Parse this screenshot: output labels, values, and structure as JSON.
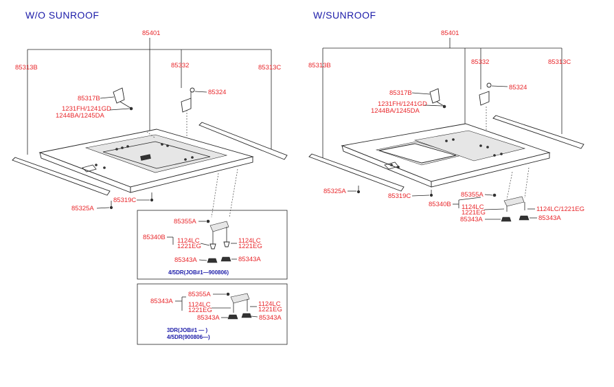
{
  "sections": {
    "left_title": "W/O  SUNROOF",
    "right_title": "W/SUNROOF"
  },
  "left": {
    "p85401": "85401",
    "p85313B": "85313B",
    "p85332": "85332",
    "p85313C": "85313C",
    "p85317B": "85317B",
    "p85324": "85324",
    "bolt_line1": "1231FH/1241GD",
    "bolt_line2": "1244BA/1245DA",
    "p85319C": "85319C",
    "p85325A": "85325A"
  },
  "box1": {
    "p85355A": "85355A",
    "p85340B": "85340B",
    "s1124LC_a": "1124LC",
    "s1221EG_a": "1221EG",
    "s1124LC_b": "1124LC",
    "s1221EG_b": "1221EG",
    "p85343A_a": "85343A",
    "p85343A_b": "85343A",
    "note": "4/5DR(JOB#1—900806)"
  },
  "box2": {
    "p85355A": "85355A",
    "p85343A_main": "85343A",
    "s1124LC_a": "1124LC",
    "s1221EG_a": "1221EG",
    "s1124LC_b": "1124LC",
    "s1221EG_b": "1221EG",
    "p85343A_a": "85343A",
    "p85343A_b": "85343A",
    "note1": "3DR(JOB#1  —   )",
    "note2": "4/5DR(900806—)"
  },
  "right": {
    "p85401": "85401",
    "p85313B": "85313B",
    "p85332": "85332",
    "p85313C": "85313C",
    "p85317B": "85317B",
    "p85324": "85324",
    "bolt_line1": "1231FH/1241GD",
    "bolt_line2": "1244BA/1245DA",
    "p85325A": "85325A",
    "p85319C": "85319C",
    "p85355A": "85355A",
    "p85340B": "85340B",
    "s1124LC_a": "1124LC",
    "s1221EG_a": "1221EG",
    "s1124LC_b": "1124LC/1221EG",
    "p85343A_a": "85343A",
    "p85343A_b": "85343A"
  }
}
